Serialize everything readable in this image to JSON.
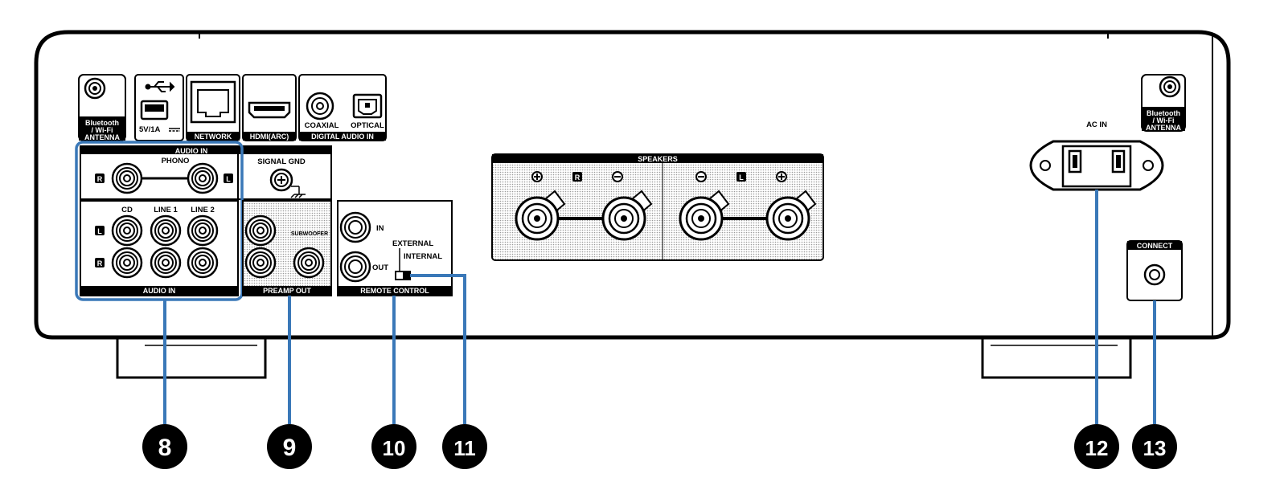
{
  "colors": {
    "callout_line": "#3a78b8",
    "panel_outline": "#000000",
    "dot_fill": "#c8c8c8"
  },
  "antenna_left": {
    "line1": "Bluetooth",
    "line2": "/ Wi-Fi",
    "line3": "ANTENNA"
  },
  "antenna_right": {
    "line1": "Bluetooth",
    "line2": "/ Wi-Fi",
    "line3": "ANTENNA"
  },
  "usb": {
    "icon": "usb-icon",
    "label": "5V/1A"
  },
  "network": {
    "label": "NETWORK"
  },
  "hdmi": {
    "label": "HDMI(ARC)"
  },
  "digital_audio": {
    "coaxial": "COAXIAL",
    "optical": "OPTICAL",
    "title": "DIGITAL AUDIO IN"
  },
  "audio_in_phono": {
    "header": "AUDIO IN",
    "phono": "PHONO",
    "r": "R",
    "l": "L"
  },
  "signal_gnd": {
    "label": "SIGNAL GND"
  },
  "audio_in_line": {
    "cd": "CD",
    "line1": "LINE 1",
    "line2": "LINE 2",
    "l": "L",
    "r": "R",
    "footer": "AUDIO IN"
  },
  "preamp_out": {
    "subwoofer": "SUBWOOFER",
    "footer": "PREAMP OUT"
  },
  "remote_control": {
    "in": "IN",
    "out": "OUT",
    "external": "EXTERNAL",
    "internal": "INTERNAL",
    "footer": "REMOTE CONTROL"
  },
  "speakers": {
    "title": "SPEAKERS",
    "r": "R",
    "l": "L"
  },
  "ac_in": {
    "label": "AC IN"
  },
  "connect": {
    "label": "CONNECT"
  },
  "callouts": [
    "8",
    "9",
    "10",
    "11",
    "12",
    "13"
  ]
}
